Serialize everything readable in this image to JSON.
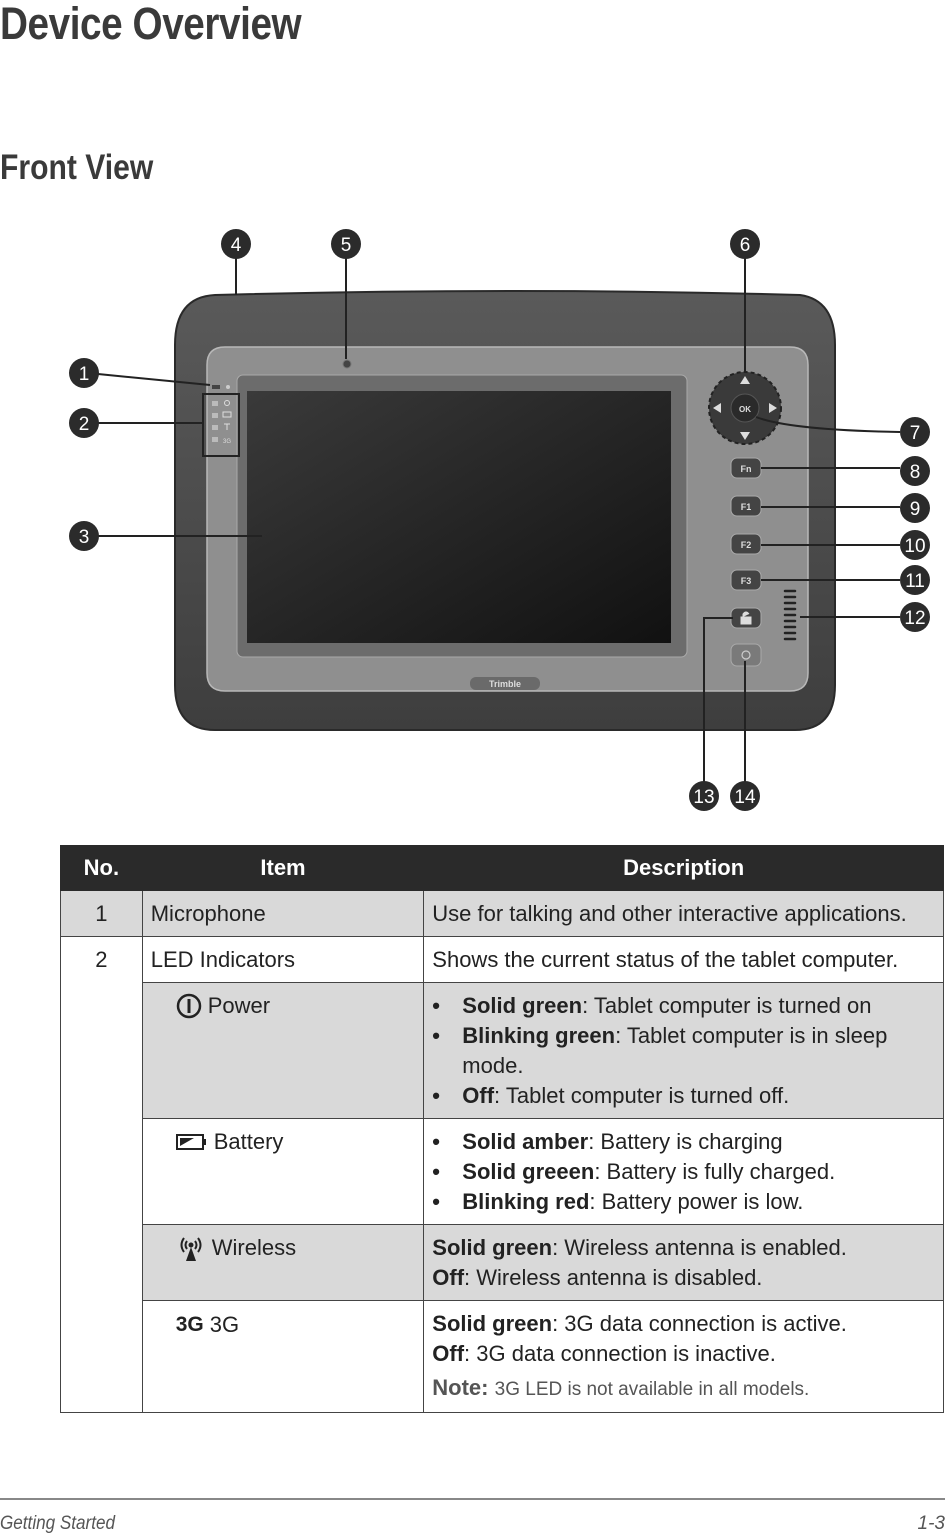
{
  "page": {
    "title": "Device Overview",
    "subtitle": "Front View"
  },
  "figure": {
    "callouts": [
      "1",
      "2",
      "3",
      "4",
      "5",
      "6",
      "7",
      "8",
      "9",
      "10",
      "11",
      "12",
      "13",
      "14"
    ],
    "buttons": {
      "ok": "OK",
      "fn": "Fn",
      "f1": "F1",
      "f2": "F2",
      "f3": "F3"
    },
    "brand": "Trimble",
    "icons": [
      "lock-icon",
      "power-icon",
      "arrow-up-icon",
      "arrow-down-icon",
      "arrow-left-icon",
      "arrow-right-icon"
    ]
  },
  "table": {
    "headers": {
      "no": "No.",
      "item": "Item",
      "description": "Description"
    },
    "row1": {
      "no": "1",
      "item": "Microphone",
      "desc": "Use for talking and other interactive applications."
    },
    "row2": {
      "no": "2",
      "item": "LED Indicators",
      "desc": "Shows the current status of the tablet computer."
    },
    "power": {
      "item": "Power",
      "b1_label": "Solid green",
      "b1_text": ": Tablet computer is turned on",
      "b2_label": "Blinking green",
      "b2_text": ": Tablet computer is in sleep mode.",
      "b3_label": "Off",
      "b3_text": ": Tablet computer is turned off."
    },
    "battery": {
      "item": "Battery",
      "b1_label": "Solid amber",
      "b1_text": ": Battery is charging",
      "b2_label": "Solid greeen",
      "b2_text": ": Battery is fully charged.",
      "b3_label": "Blinking red",
      "b3_text": ": Battery power is low."
    },
    "wireless": {
      "item": "Wireless",
      "l1_label": "Solid green",
      "l1_text": ": Wireless antenna is enabled.",
      "l2_label": "Off",
      "l2_text": ": Wireless antenna is disabled."
    },
    "threeg": {
      "icon_text": "3G",
      "item": "3G",
      "l1_label": "Solid green",
      "l1_text": ": 3G data connection is active.",
      "l2_label": "Off",
      "l2_text": ": 3G data connection is inactive.",
      "note_label": "Note:",
      "note_text": "3G LED is not available in all models."
    }
  },
  "footer": {
    "left": "Getting Started",
    "right": "1-3"
  },
  "colors": {
    "header_bg": "#2a2a2a",
    "shade": "#d9d9d9",
    "callout": "#2b2b2b"
  }
}
